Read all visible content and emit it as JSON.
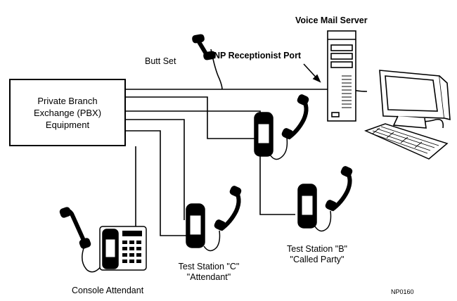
{
  "title": "Voice Mail Server",
  "butt_set": "Butt Set",
  "receptionist_port": "NP Receptionist Port",
  "pbx": {
    "line1": "Private Branch",
    "line2": "Exchange (PBX)",
    "line3": "Equipment"
  },
  "station_b": {
    "line1": "Test Station \"B\"",
    "line2": "\"Called Party\""
  },
  "station_c": {
    "line1": "Test Station \"C\"",
    "line2": "\"Attendant\""
  },
  "console": "Console Attendant",
  "figure_id": "NP0160",
  "icons": [
    "server-icon",
    "monitor-icon",
    "keyboard-icon",
    "phone-icon",
    "handset-icon",
    "console-phone-icon"
  ],
  "colors": {
    "ink": "#000000",
    "paper": "#ffffff"
  }
}
